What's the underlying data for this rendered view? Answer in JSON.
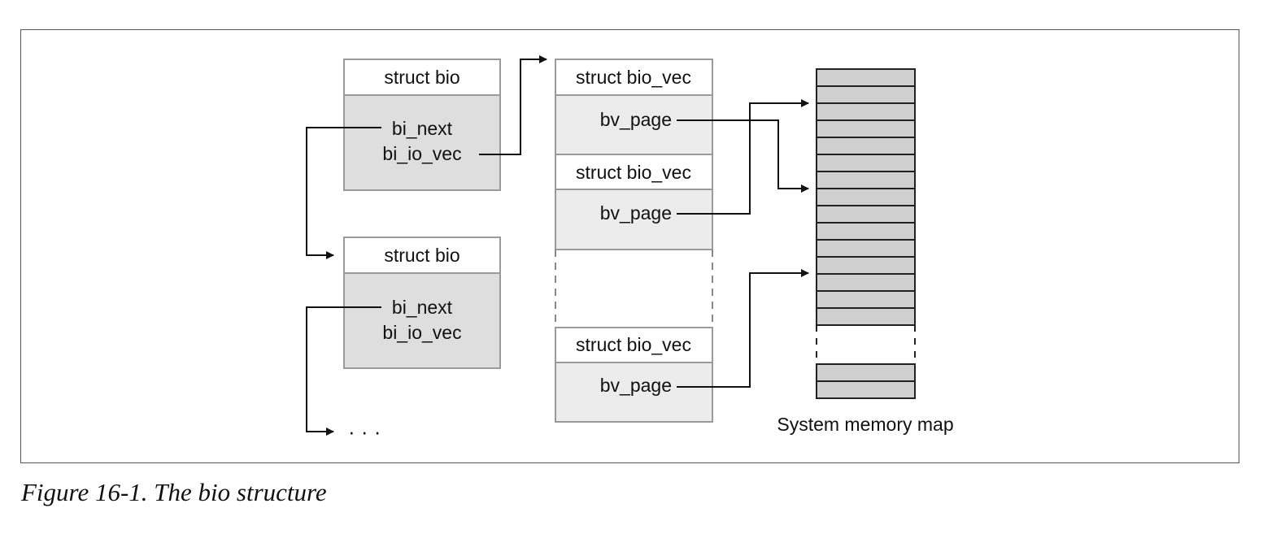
{
  "figure": {
    "caption": "Figure 16-1. The bio structure",
    "colors": {
      "header_fill": "#ffffff",
      "bio_body_fill": "#dedede",
      "biovec_body_fill": "#ececec",
      "memory_page_fill": "#cfcfcf",
      "box_stroke": "#9a9a9a",
      "line": "#111111"
    }
  },
  "bio_structs": [
    {
      "title": "struct bio",
      "fields": [
        "bi_next",
        "bi_io_vec"
      ]
    },
    {
      "title": "struct bio",
      "fields": [
        "bi_next",
        "bi_io_vec"
      ]
    }
  ],
  "bio_chain_end": "· · ·",
  "bio_vecs": [
    {
      "title": "struct bio_vec",
      "field": "bv_page"
    },
    {
      "title": "struct bio_vec",
      "field": "bv_page"
    },
    {
      "title": "struct bio_vec",
      "field": "bv_page"
    }
  ],
  "memory_map": {
    "label": "System memory map",
    "upper_pages": 15,
    "lower_pages": 2
  },
  "links": [
    {
      "from": "bio[0].bi_next",
      "to": "bio[1]"
    },
    {
      "from": "bio[0].bi_io_vec",
      "to": "bio_vec[0]"
    },
    {
      "from": "bio[1].bi_next",
      "to": "more"
    },
    {
      "from": "bio_vec[0].bv_page",
      "to": "memory page 8"
    },
    {
      "from": "bio_vec[1].bv_page",
      "to": "memory page 3"
    },
    {
      "from": "bio_vec[2].bv_page",
      "to": "memory page 13"
    }
  ]
}
